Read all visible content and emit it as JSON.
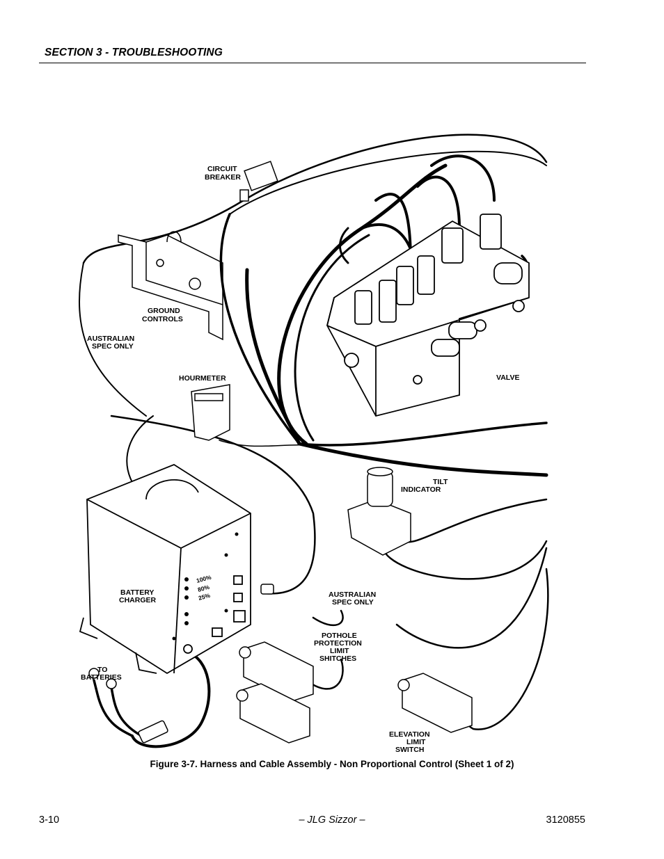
{
  "header": {
    "section_title": "SECTION 3 - TROUBLESHOOTING"
  },
  "figure": {
    "labels": {
      "circuit_breaker": [
        "CIRCUIT",
        "BREAKER"
      ],
      "ground_controls": [
        "GROUND",
        "CONTROLS"
      ],
      "australian_spec_top": [
        "AUSTRALIAN",
        "SPEC ONLY"
      ],
      "hourmeter": [
        "HOURMETER"
      ],
      "valve": [
        "VALVE"
      ],
      "tilt_indicator": [
        "TILT",
        "INDICATOR"
      ],
      "battery_charger": [
        "BATTERY",
        "CHARGER"
      ],
      "charger_levels": [
        "100%",
        "80%",
        "25%"
      ],
      "australian_spec_bottom": [
        "AUSTRALIAN",
        "SPEC ONLY"
      ],
      "pothole_switches": [
        "POTHOLE",
        "PROTECTION",
        "LIMIT",
        "SHITCHES"
      ],
      "to_batteries": [
        "TO",
        "BATTERIES"
      ],
      "elevation_switch": [
        "ELEVATION",
        "LIMIT",
        "SWITCH"
      ]
    },
    "caption": "Figure 3-7.  Harness and Cable Assembly - Non Proportional Control (Sheet 1 of 2)"
  },
  "footer": {
    "page_number": "3-10",
    "center": "– JLG Sizzor –",
    "doc_number": "3120855"
  }
}
